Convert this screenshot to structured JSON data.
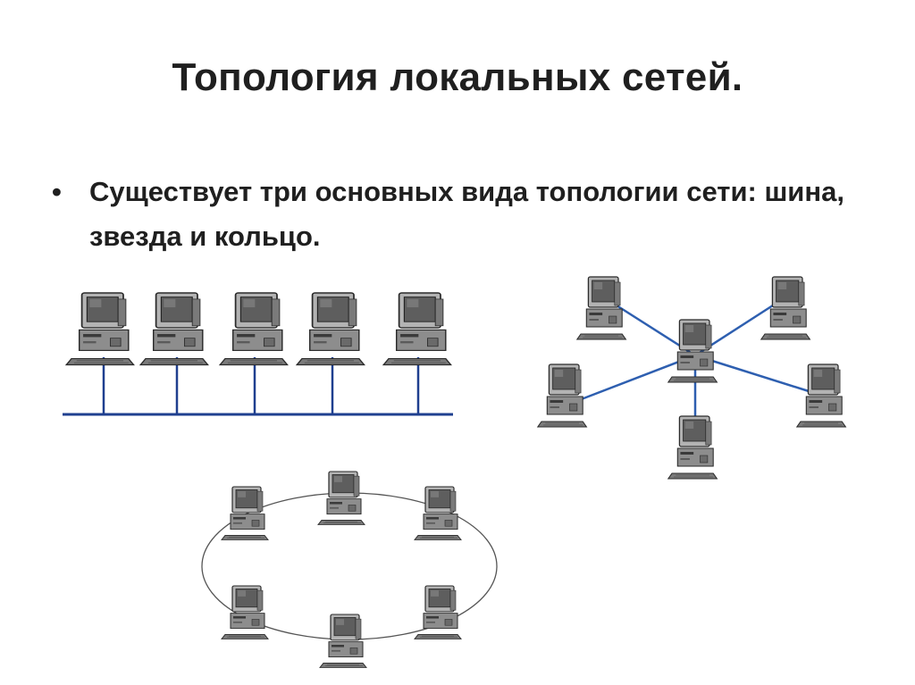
{
  "slide": {
    "title": "Топология локальных сетей.",
    "bullets": [
      "Существует три основных вида топологии сети: шина, звезда и кольцо."
    ]
  },
  "diagrams": [
    {
      "topology": "bus",
      "node_count": 5,
      "link_color": "#1f3f8f"
    },
    {
      "topology": "star",
      "node_count": 6,
      "link_color": "#2e5fb0"
    },
    {
      "topology": "ring",
      "node_count": 6,
      "link_color": "#555555"
    }
  ],
  "icons": {
    "computer": "computer-icon",
    "hub": "hub-icon"
  }
}
